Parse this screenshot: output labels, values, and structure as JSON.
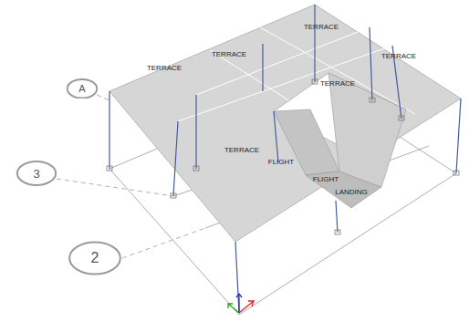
{
  "diagram": {
    "nodes": [
      {
        "text": [
          "A"
        ]
      },
      {
        "text": [
          "3"
        ]
      },
      {
        "text": [
          "2"
        ]
      }
    ],
    "labels": [
      "TERRACE",
      "TERRACE",
      "TERRACE",
      "TERRACE",
      "TERRACE",
      "TERRACE",
      "FLIGHT",
      "FLIGHT",
      "LANDING"
    ]
  }
}
